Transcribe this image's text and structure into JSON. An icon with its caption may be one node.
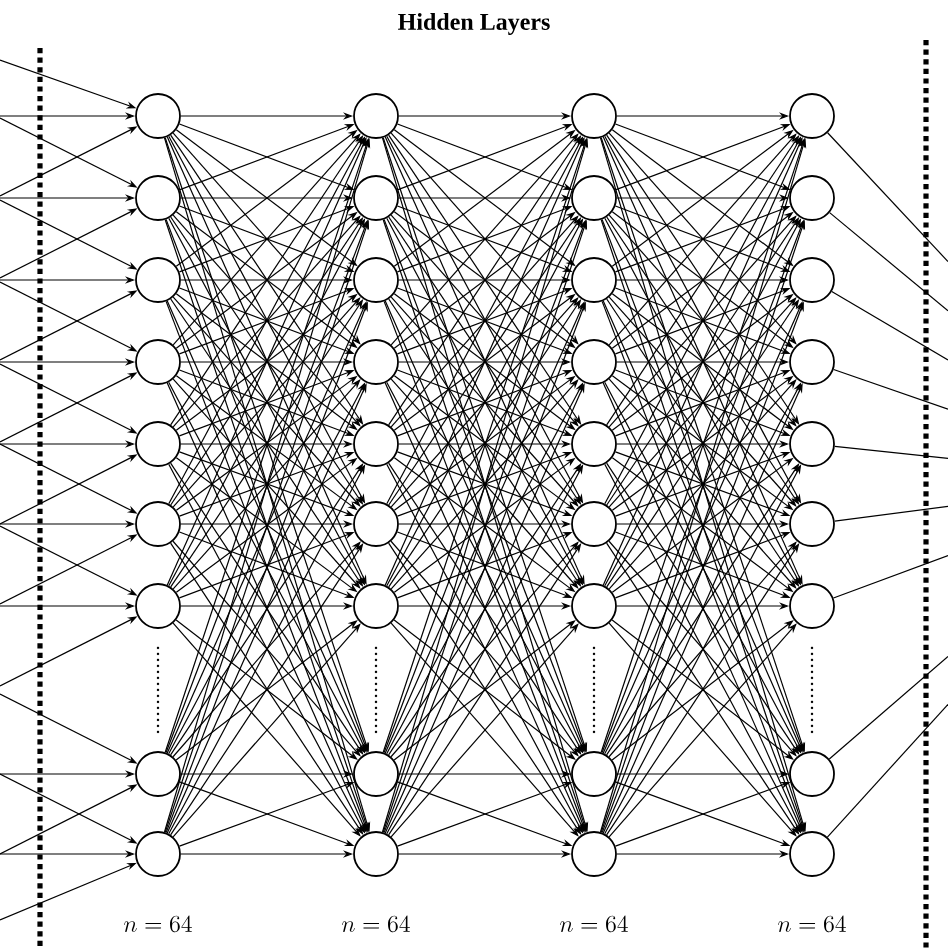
{
  "diagram": {
    "title": "Hidden Layers",
    "nodes": [
      {
        "text": [],
        "shape": "circle"
      },
      {
        "text": [],
        "shape": "circle"
      },
      {
        "text": [],
        "shape": "circle"
      },
      {
        "text": [],
        "shape": "circle"
      },
      {
        "text": [],
        "shape": "circle"
      },
      {
        "text": [],
        "shape": "circle"
      },
      {
        "text": [],
        "shape": "circle"
      },
      {
        "text": [],
        "shape": "circle"
      },
      {
        "text": [],
        "shape": "circle"
      },
      {
        "text": [],
        "shape": "circle"
      },
      {
        "text": [],
        "shape": "circle"
      },
      {
        "text": [],
        "shape": "circle"
      },
      {
        "text": [],
        "shape": "circle"
      },
      {
        "text": [],
        "shape": "circle"
      },
      {
        "text": [],
        "shape": "circle"
      },
      {
        "text": [],
        "shape": "circle"
      },
      {
        "text": [],
        "shape": "circle"
      },
      {
        "text": [],
        "shape": "circle"
      },
      {
        "text": [],
        "shape": "circle"
      },
      {
        "text": [],
        "shape": "circle"
      },
      {
        "text": [],
        "shape": "circle"
      },
      {
        "text": [],
        "shape": "circle"
      },
      {
        "text": [],
        "shape": "circle"
      },
      {
        "text": [],
        "shape": "circle"
      },
      {
        "text": [],
        "shape": "circle"
      },
      {
        "text": [],
        "shape": "circle"
      },
      {
        "text": [],
        "shape": "circle"
      },
      {
        "text": [],
        "shape": "circle"
      },
      {
        "text": [],
        "shape": "circle"
      },
      {
        "text": [],
        "shape": "circle"
      },
      {
        "text": [],
        "shape": "circle"
      },
      {
        "text": [],
        "shape": "circle"
      },
      {
        "text": [],
        "shape": "circle"
      },
      {
        "text": [],
        "shape": "circle"
      },
      {
        "text": [],
        "shape": "circle"
      },
      {
        "text": [],
        "shape": "circle"
      }
    ],
    "edges": [
      {
        "from": null,
        "to": 0,
        "arrow": "to"
      },
      {
        "from": null,
        "to": 0,
        "arrow": "to"
      },
      {
        "from": null,
        "to": 0,
        "arrow": "to"
      },
      {
        "from": null,
        "to": 1,
        "arrow": "to"
      },
      {
        "from": null,
        "to": 1,
        "arrow": "to"
      },
      {
        "from": null,
        "to": 1,
        "arrow": "to"
      },
      {
        "from": null,
        "to": 2,
        "arrow": "to"
      },
      {
        "from": null,
        "to": 2,
        "arrow": "to"
      },
      {
        "from": null,
        "to": 2,
        "arrow": "to"
      },
      {
        "from": null,
        "to": 3,
        "arrow": "to"
      },
      {
        "from": null,
        "to": 3,
        "arrow": "to"
      },
      {
        "from": null,
        "to": 3,
        "arrow": "to"
      },
      {
        "from": null,
        "to": 4,
        "arrow": "to"
      },
      {
        "from": null,
        "to": 4,
        "arrow": "to"
      },
      {
        "from": null,
        "to": 4,
        "arrow": "to"
      },
      {
        "from": null,
        "to": 5,
        "arrow": "to"
      },
      {
        "from": null,
        "to": 5,
        "arrow": "to"
      },
      {
        "from": null,
        "to": 5,
        "arrow": "to"
      },
      {
        "from": null,
        "to": 6,
        "arrow": "to"
      },
      {
        "from": null,
        "to": 6,
        "arrow": "to"
      },
      {
        "from": null,
        "to": 6,
        "arrow": "to"
      },
      {
        "from": null,
        "to": 7,
        "arrow": "to"
      },
      {
        "from": null,
        "to": 7,
        "arrow": "to"
      },
      {
        "from": null,
        "to": 7,
        "arrow": "to"
      },
      {
        "from": null,
        "to": 8,
        "arrow": "to"
      },
      {
        "from": null,
        "to": 8,
        "arrow": "to"
      },
      {
        "from": null,
        "to": 8,
        "arrow": "to"
      },
      {
        "from": 0,
        "to": 9,
        "arrow": "to"
      },
      {
        "from": 0,
        "to": 10,
        "arrow": "to"
      },
      {
        "from": 0,
        "to": 11,
        "arrow": "to"
      },
      {
        "from": 0,
        "to": 12,
        "arrow": "to"
      },
      {
        "from": 0,
        "to": 13,
        "arrow": "to"
      },
      {
        "from": 0,
        "to": 14,
        "arrow": "to"
      },
      {
        "from": 0,
        "to": 15,
        "arrow": "to"
      },
      {
        "from": 0,
        "to": 16,
        "arrow": "to"
      },
      {
        "from": 0,
        "to": 17,
        "arrow": "to"
      },
      {
        "from": 1,
        "to": 9,
        "arrow": "to"
      },
      {
        "from": 1,
        "to": 10,
        "arrow": "to"
      },
      {
        "from": 1,
        "to": 11,
        "arrow": "to"
      },
      {
        "from": 1,
        "to": 12,
        "arrow": "to"
      },
      {
        "from": 1,
        "to": 13,
        "arrow": "to"
      },
      {
        "from": 1,
        "to": 14,
        "arrow": "to"
      },
      {
        "from": 1,
        "to": 15,
        "arrow": "to"
      },
      {
        "from": 1,
        "to": 16,
        "arrow": "to"
      },
      {
        "from": 1,
        "to": 17,
        "arrow": "to"
      },
      {
        "from": 2,
        "to": 9,
        "arrow": "to"
      },
      {
        "from": 2,
        "to": 10,
        "arrow": "to"
      },
      {
        "from": 2,
        "to": 11,
        "arrow": "to"
      },
      {
        "from": 2,
        "to": 12,
        "arrow": "to"
      },
      {
        "from": 2,
        "to": 13,
        "arrow": "to"
      },
      {
        "from": 2,
        "to": 14,
        "arrow": "to"
      },
      {
        "from": 2,
        "to": 15,
        "arrow": "to"
      },
      {
        "from": 2,
        "to": 16,
        "arrow": "to"
      },
      {
        "from": 2,
        "to": 17,
        "arrow": "to"
      },
      {
        "from": 3,
        "to": 9,
        "arrow": "to"
      },
      {
        "from": 3,
        "to": 10,
        "arrow": "to"
      },
      {
        "from": 3,
        "to": 11,
        "arrow": "to"
      },
      {
        "from": 3,
        "to": 12,
        "arrow": "to"
      },
      {
        "from": 3,
        "to": 13,
        "arrow": "to"
      },
      {
        "from": 3,
        "to": 14,
        "arrow": "to"
      },
      {
        "from": 3,
        "to": 15,
        "arrow": "to"
      },
      {
        "from": 3,
        "to": 16,
        "arrow": "to"
      },
      {
        "from": 3,
        "to": 17,
        "arrow": "to"
      },
      {
        "from": 4,
        "to": 9,
        "arrow": "to"
      },
      {
        "from": 4,
        "to": 10,
        "arrow": "to"
      },
      {
        "from": 4,
        "to": 11,
        "arrow": "to"
      },
      {
        "from": 4,
        "to": 12,
        "arrow": "to"
      },
      {
        "from": 4,
        "to": 13,
        "arrow": "to"
      },
      {
        "from": 4,
        "to": 14,
        "arrow": "to"
      },
      {
        "from": 4,
        "to": 15,
        "arrow": "to"
      },
      {
        "from": 4,
        "to": 16,
        "arrow": "to"
      },
      {
        "from": 4,
        "to": 17,
        "arrow": "to"
      },
      {
        "from": 5,
        "to": 9,
        "arrow": "to"
      },
      {
        "from": 5,
        "to": 10,
        "arrow": "to"
      },
      {
        "from": 5,
        "to": 11,
        "arrow": "to"
      },
      {
        "from": 5,
        "to": 12,
        "arrow": "to"
      },
      {
        "from": 5,
        "to": 13,
        "arrow": "to"
      },
      {
        "from": 5,
        "to": 14,
        "arrow": "to"
      },
      {
        "from": 5,
        "to": 15,
        "arrow": "to"
      },
      {
        "from": 5,
        "to": 16,
        "arrow": "to"
      },
      {
        "from": 5,
        "to": 17,
        "arrow": "to"
      },
      {
        "from": 6,
        "to": 9,
        "arrow": "to"
      },
      {
        "from": 6,
        "to": 10,
        "arrow": "to"
      },
      {
        "from": 6,
        "to": 11,
        "arrow": "to"
      },
      {
        "from": 6,
        "to": 12,
        "arrow": "to"
      },
      {
        "from": 6,
        "to": 13,
        "arrow": "to"
      },
      {
        "from": 6,
        "to": 14,
        "arrow": "to"
      },
      {
        "from": 6,
        "to": 15,
        "arrow": "to"
      },
      {
        "from": 6,
        "to": 16,
        "arrow": "to"
      },
      {
        "from": 6,
        "to": 17,
        "arrow": "to"
      },
      {
        "from": 7,
        "to": 9,
        "arrow": "to"
      },
      {
        "from": 7,
        "to": 10,
        "arrow": "to"
      },
      {
        "from": 7,
        "to": 11,
        "arrow": "to"
      },
      {
        "from": 7,
        "to": 12,
        "arrow": "to"
      },
      {
        "from": 7,
        "to": 13,
        "arrow": "to"
      },
      {
        "from": 7,
        "to": 14,
        "arrow": "to"
      },
      {
        "from": 7,
        "to": 15,
        "arrow": "to"
      },
      {
        "from": 7,
        "to": 16,
        "arrow": "to"
      },
      {
        "from": 7,
        "to": 17,
        "arrow": "to"
      },
      {
        "from": 8,
        "to": 9,
        "arrow": "to"
      },
      {
        "from": 8,
        "to": 10,
        "arrow": "to"
      },
      {
        "from": 8,
        "to": 11,
        "arrow": "to"
      },
      {
        "from": 8,
        "to": 12,
        "arrow": "to"
      },
      {
        "from": 8,
        "to": 13,
        "arrow": "to"
      },
      {
        "from": 8,
        "to": 14,
        "arrow": "to"
      },
      {
        "from": 8,
        "to": 15,
        "arrow": "to"
      },
      {
        "from": 8,
        "to": 16,
        "arrow": "to"
      },
      {
        "from": 8,
        "to": 17,
        "arrow": "to"
      },
      {
        "from": 9,
        "to": 18,
        "arrow": "to"
      },
      {
        "from": 9,
        "to": 19,
        "arrow": "to"
      },
      {
        "from": 9,
        "to": 20,
        "arrow": "to"
      },
      {
        "from": 9,
        "to": 21,
        "arrow": "to"
      },
      {
        "from": 9,
        "to": 22,
        "arrow": "to"
      },
      {
        "from": 9,
        "to": 23,
        "arrow": "to"
      },
      {
        "from": 9,
        "to": 24,
        "arrow": "to"
      },
      {
        "from": 9,
        "to": 25,
        "arrow": "to"
      },
      {
        "from": 9,
        "to": 26,
        "arrow": "to"
      },
      {
        "from": 10,
        "to": 18,
        "arrow": "to"
      },
      {
        "from": 10,
        "to": 19,
        "arrow": "to"
      },
      {
        "from": 10,
        "to": 20,
        "arrow": "to"
      },
      {
        "from": 10,
        "to": 21,
        "arrow": "to"
      },
      {
        "from": 10,
        "to": 22,
        "arrow": "to"
      },
      {
        "from": 10,
        "to": 23,
        "arrow": "to"
      },
      {
        "from": 10,
        "to": 24,
        "arrow": "to"
      },
      {
        "from": 10,
        "to": 25,
        "arrow": "to"
      },
      {
        "from": 10,
        "to": 26,
        "arrow": "to"
      },
      {
        "from": 11,
        "to": 18,
        "arrow": "to"
      },
      {
        "from": 11,
        "to": 19,
        "arrow": "to"
      },
      {
        "from": 11,
        "to": 20,
        "arrow": "to"
      },
      {
        "from": 11,
        "to": 21,
        "arrow": "to"
      },
      {
        "from": 11,
        "to": 22,
        "arrow": "to"
      },
      {
        "from": 11,
        "to": 23,
        "arrow": "to"
      },
      {
        "from": 11,
        "to": 24,
        "arrow": "to"
      },
      {
        "from": 11,
        "to": 25,
        "arrow": "to"
      },
      {
        "from": 11,
        "to": 26,
        "arrow": "to"
      },
      {
        "from": 12,
        "to": 18,
        "arrow": "to"
      },
      {
        "from": 12,
        "to": 19,
        "arrow": "to"
      },
      {
        "from": 12,
        "to": 20,
        "arrow": "to"
      },
      {
        "from": 12,
        "to": 21,
        "arrow": "to"
      },
      {
        "from": 12,
        "to": 22,
        "arrow": "to"
      },
      {
        "from": 12,
        "to": 23,
        "arrow": "to"
      },
      {
        "from": 12,
        "to": 24,
        "arrow": "to"
      },
      {
        "from": 12,
        "to": 25,
        "arrow": "to"
      },
      {
        "from": 12,
        "to": 26,
        "arrow": "to"
      },
      {
        "from": 13,
        "to": 18,
        "arrow": "to"
      },
      {
        "from": 13,
        "to": 19,
        "arrow": "to"
      },
      {
        "from": 13,
        "to": 20,
        "arrow": "to"
      },
      {
        "from": 13,
        "to": 21,
        "arrow": "to"
      },
      {
        "from": 13,
        "to": 22,
        "arrow": "to"
      },
      {
        "from": 13,
        "to": 23,
        "arrow": "to"
      },
      {
        "from": 13,
        "to": 24,
        "arrow": "to"
      },
      {
        "from": 13,
        "to": 25,
        "arrow": "to"
      },
      {
        "from": 13,
        "to": 26,
        "arrow": "to"
      },
      {
        "from": 14,
        "to": 18,
        "arrow": "to"
      },
      {
        "from": 14,
        "to": 19,
        "arrow": "to"
      },
      {
        "from": 14,
        "to": 20,
        "arrow": "to"
      },
      {
        "from": 14,
        "to": 21,
        "arrow": "to"
      },
      {
        "from": 14,
        "to": 22,
        "arrow": "to"
      },
      {
        "from": 14,
        "to": 23,
        "arrow": "to"
      },
      {
        "from": 14,
        "to": 24,
        "arrow": "to"
      },
      {
        "from": 14,
        "to": 25,
        "arrow": "to"
      },
      {
        "from": 14,
        "to": 26,
        "arrow": "to"
      },
      {
        "from": 15,
        "to": 18,
        "arrow": "to"
      },
      {
        "from": 15,
        "to": 19,
        "arrow": "to"
      },
      {
        "from": 15,
        "to": 20,
        "arrow": "to"
      },
      {
        "from": 15,
        "to": 21,
        "arrow": "to"
      },
      {
        "from": 15,
        "to": 22,
        "arrow": "to"
      },
      {
        "from": 15,
        "to": 23,
        "arrow": "to"
      },
      {
        "from": 15,
        "to": 24,
        "arrow": "to"
      },
      {
        "from": 15,
        "to": 25,
        "arrow": "to"
      },
      {
        "from": 15,
        "to": 26,
        "arrow": "to"
      },
      {
        "from": 16,
        "to": 18,
        "arrow": "to"
      },
      {
        "from": 16,
        "to": 19,
        "arrow": "to"
      },
      {
        "from": 16,
        "to": 20,
        "arrow": "to"
      },
      {
        "from": 16,
        "to": 21,
        "arrow": "to"
      },
      {
        "from": 16,
        "to": 22,
        "arrow": "to"
      },
      {
        "from": 16,
        "to": 23,
        "arrow": "to"
      },
      {
        "from": 16,
        "to": 24,
        "arrow": "to"
      },
      {
        "from": 16,
        "to": 25,
        "arrow": "to"
      },
      {
        "from": 16,
        "to": 26,
        "arrow": "to"
      },
      {
        "from": 17,
        "to": 18,
        "arrow": "to"
      },
      {
        "from": 17,
        "to": 19,
        "arrow": "to"
      },
      {
        "from": 17,
        "to": 20,
        "arrow": "to"
      },
      {
        "from": 17,
        "to": 21,
        "arrow": "to"
      },
      {
        "from": 17,
        "to": 22,
        "arrow": "to"
      },
      {
        "from": 17,
        "to": 23,
        "arrow": "to"
      },
      {
        "from": 17,
        "to": 24,
        "arrow": "to"
      },
      {
        "from": 17,
        "to": 25,
        "arrow": "to"
      },
      {
        "from": 17,
        "to": 26,
        "arrow": "to"
      },
      {
        "from": 18,
        "to": 27,
        "arrow": "to"
      },
      {
        "from": 18,
        "to": 28,
        "arrow": "to"
      },
      {
        "from": 18,
        "to": 29,
        "arrow": "to"
      },
      {
        "from": 18,
        "to": 30,
        "arrow": "to"
      },
      {
        "from": 18,
        "to": 31,
        "arrow": "to"
      },
      {
        "from": 18,
        "to": 32,
        "arrow": "to"
      },
      {
        "from": 18,
        "to": 33,
        "arrow": "to"
      },
      {
        "from": 18,
        "to": 34,
        "arrow": "to"
      },
      {
        "from": 18,
        "to": 35,
        "arrow": "to"
      },
      {
        "from": 19,
        "to": 27,
        "arrow": "to"
      },
      {
        "from": 19,
        "to": 28,
        "arrow": "to"
      },
      {
        "from": 19,
        "to": 29,
        "arrow": "to"
      },
      {
        "from": 19,
        "to": 30,
        "arrow": "to"
      },
      {
        "from": 19,
        "to": 31,
        "arrow": "to"
      },
      {
        "from": 19,
        "to": 32,
        "arrow": "to"
      },
      {
        "from": 19,
        "to": 33,
        "arrow": "to"
      },
      {
        "from": 19,
        "to": 34,
        "arrow": "to"
      },
      {
        "from": 19,
        "to": 35,
        "arrow": "to"
      },
      {
        "from": 20,
        "to": 27,
        "arrow": "to"
      },
      {
        "from": 20,
        "to": 28,
        "arrow": "to"
      },
      {
        "from": 20,
        "to": 29,
        "arrow": "to"
      },
      {
        "from": 20,
        "to": 30,
        "arrow": "to"
      },
      {
        "from": 20,
        "to": 31,
        "arrow": "to"
      },
      {
        "from": 20,
        "to": 32,
        "arrow": "to"
      },
      {
        "from": 20,
        "to": 33,
        "arrow": "to"
      },
      {
        "from": 20,
        "to": 34,
        "arrow": "to"
      },
      {
        "from": 20,
        "to": 35,
        "arrow": "to"
      },
      {
        "from": 21,
        "to": 27,
        "arrow": "to"
      },
      {
        "from": 21,
        "to": 28,
        "arrow": "to"
      },
      {
        "from": 21,
        "to": 29,
        "arrow": "to"
      },
      {
        "from": 21,
        "to": 30,
        "arrow": "to"
      },
      {
        "from": 21,
        "to": 31,
        "arrow": "to"
      },
      {
        "from": 21,
        "to": 32,
        "arrow": "to"
      },
      {
        "from": 21,
        "to": 33,
        "arrow": "to"
      },
      {
        "from": 21,
        "to": 34,
        "arrow": "to"
      },
      {
        "from": 21,
        "to": 35,
        "arrow": "to"
      },
      {
        "from": 22,
        "to": 27,
        "arrow": "to"
      },
      {
        "from": 22,
        "to": 28,
        "arrow": "to"
      },
      {
        "from": 22,
        "to": 29,
        "arrow": "to"
      },
      {
        "from": 22,
        "to": 30,
        "arrow": "to"
      },
      {
        "from": 22,
        "to": 31,
        "arrow": "to"
      },
      {
        "from": 22,
        "to": 32,
        "arrow": "to"
      },
      {
        "from": 22,
        "to": 33,
        "arrow": "to"
      },
      {
        "from": 22,
        "to": 34,
        "arrow": "to"
      },
      {
        "from": 22,
        "to": 35,
        "arrow": "to"
      },
      {
        "from": 23,
        "to": 27,
        "arrow": "to"
      },
      {
        "from": 23,
        "to": 28,
        "arrow": "to"
      },
      {
        "from": 23,
        "to": 29,
        "arrow": "to"
      },
      {
        "from": 23,
        "to": 30,
        "arrow": "to"
      },
      {
        "from": 23,
        "to": 31,
        "arrow": "to"
      },
      {
        "from": 23,
        "to": 32,
        "arrow": "to"
      },
      {
        "from": 23,
        "to": 33,
        "arrow": "to"
      },
      {
        "from": 23,
        "to": 34,
        "arrow": "to"
      },
      {
        "from": 23,
        "to": 35,
        "arrow": "to"
      },
      {
        "from": 24,
        "to": 27,
        "arrow": "to"
      },
      {
        "from": 24,
        "to": 28,
        "arrow": "to"
      },
      {
        "from": 24,
        "to": 29,
        "arrow": "to"
      },
      {
        "from": 24,
        "to": 30,
        "arrow": "to"
      },
      {
        "from": 24,
        "to": 31,
        "arrow": "to"
      },
      {
        "from": 24,
        "to": 32,
        "arrow": "to"
      },
      {
        "from": 24,
        "to": 33,
        "arrow": "to"
      },
      {
        "from": 24,
        "to": 34,
        "arrow": "to"
      },
      {
        "from": 24,
        "to": 35,
        "arrow": "to"
      },
      {
        "from": 25,
        "to": 27,
        "arrow": "to"
      },
      {
        "from": 25,
        "to": 28,
        "arrow": "to"
      },
      {
        "from": 25,
        "to": 29,
        "arrow": "to"
      },
      {
        "from": 25,
        "to": 30,
        "arrow": "to"
      },
      {
        "from": 25,
        "to": 31,
        "arrow": "to"
      },
      {
        "from": 25,
        "to": 32,
        "arrow": "to"
      },
      {
        "from": 25,
        "to": 33,
        "arrow": "to"
      },
      {
        "from": 25,
        "to": 34,
        "arrow": "to"
      },
      {
        "from": 25,
        "to": 35,
        "arrow": "to"
      },
      {
        "from": 26,
        "to": 27,
        "arrow": "to"
      },
      {
        "from": 26,
        "to": 28,
        "arrow": "to"
      },
      {
        "from": 26,
        "to": 29,
        "arrow": "to"
      },
      {
        "from": 26,
        "to": 30,
        "arrow": "to"
      },
      {
        "from": 26,
        "to": 31,
        "arrow": "to"
      },
      {
        "from": 26,
        "to": 32,
        "arrow": "to"
      },
      {
        "from": 26,
        "to": 33,
        "arrow": "to"
      },
      {
        "from": 26,
        "to": 34,
        "arrow": "to"
      },
      {
        "from": 26,
        "to": 35,
        "arrow": "to"
      },
      {
        "from": 27,
        "to": null,
        "arrow": "none"
      },
      {
        "from": 28,
        "to": null,
        "arrow": "none"
      },
      {
        "from": 29,
        "to": null,
        "arrow": "none"
      },
      {
        "from": 30,
        "to": null,
        "arrow": "none"
      },
      {
        "from": 31,
        "to": null,
        "arrow": "none"
      },
      {
        "from": 32,
        "to": null,
        "arrow": "none"
      },
      {
        "from": 33,
        "to": null,
        "arrow": "none"
      },
      {
        "from": 34,
        "to": null,
        "arrow": "none"
      },
      {
        "from": 35,
        "to": null,
        "arrow": "none"
      }
    ],
    "labels": [
      "n = 64",
      "n = 64",
      "n = 64",
      "n = 64"
    ]
  }
}
